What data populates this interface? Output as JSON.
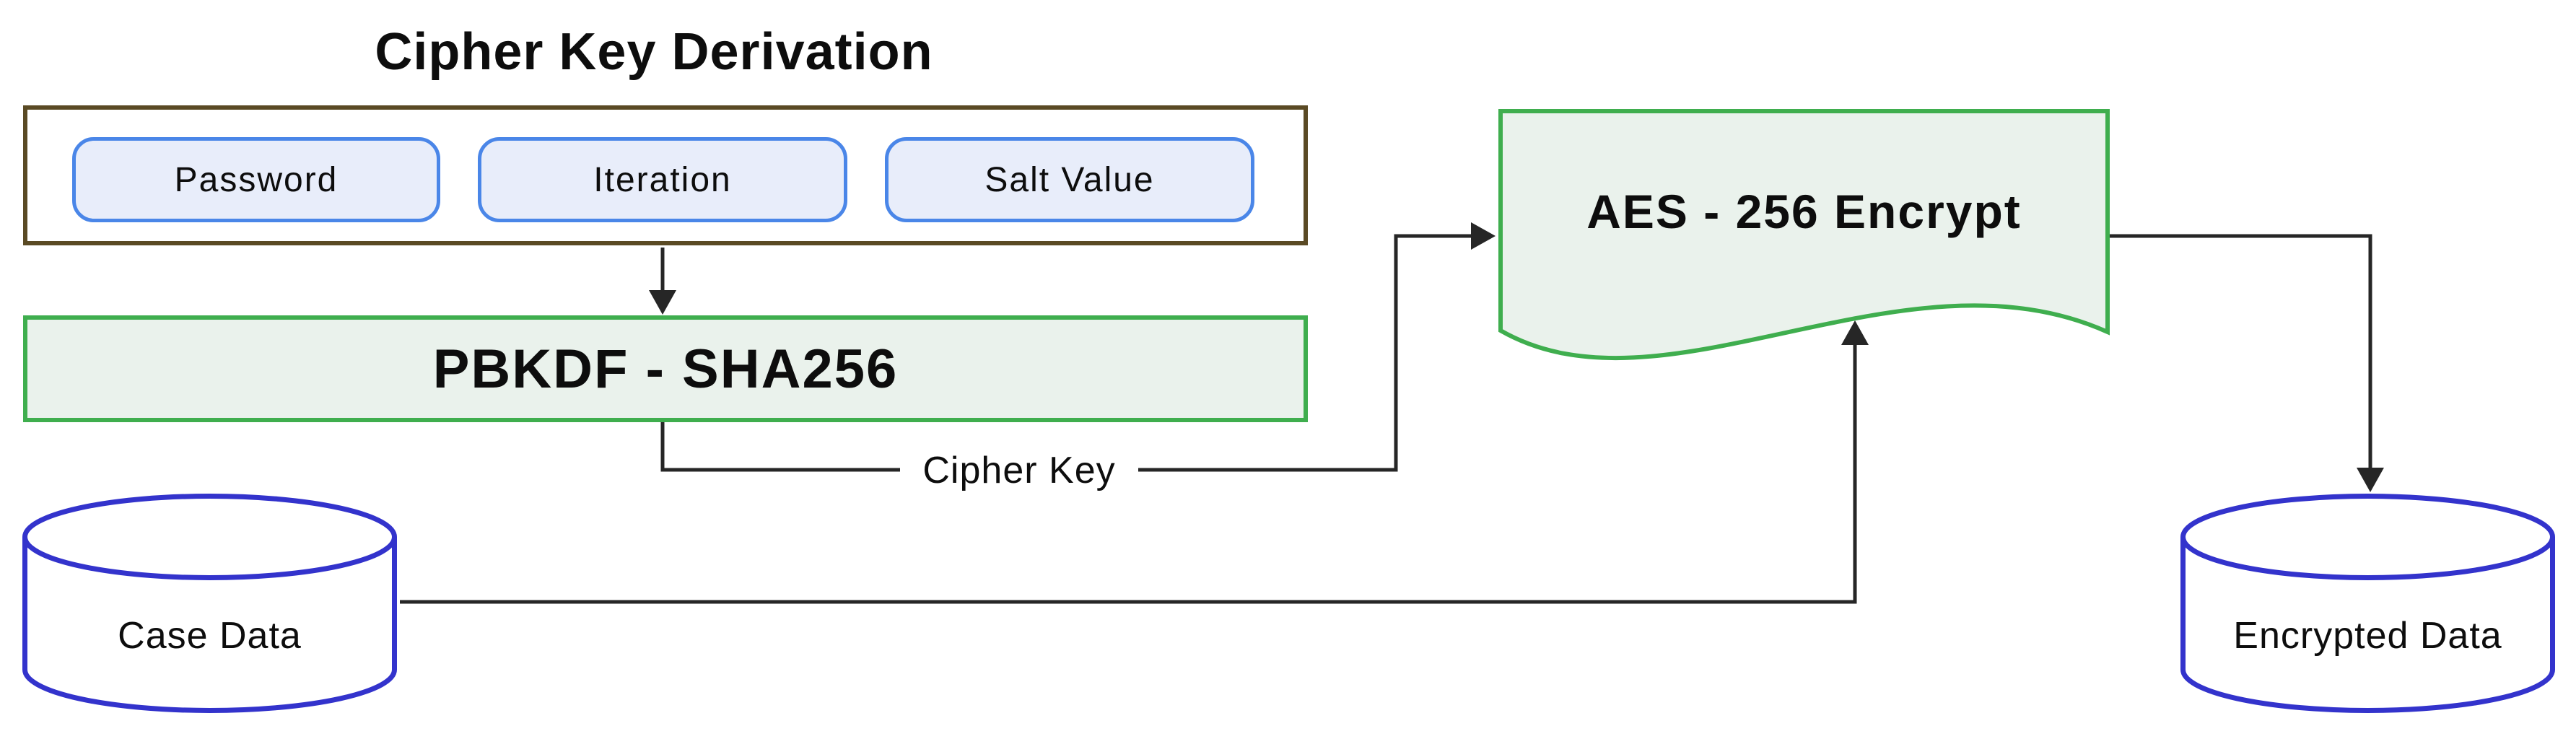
{
  "diagram": {
    "title": "Cipher Key Derivation",
    "inputs_group": {
      "items": [
        {
          "label": "Password"
        },
        {
          "label": "Iteration"
        },
        {
          "label": "Salt Value"
        }
      ]
    },
    "kdf": {
      "label": "PBKDF - SHA256"
    },
    "encrypt": {
      "label": "AES - 256 Encrypt"
    },
    "edges": {
      "cipher_key_label": "Cipher Key"
    },
    "datastores": {
      "source": {
        "label": "Case Data"
      },
      "output": {
        "label": "Encrypted Data"
      }
    },
    "colors": {
      "inputs_box_border": "#5a4a24",
      "chip_border": "#4a86e8",
      "chip_fill": "#e8edfa",
      "green_border": "#3fae4e",
      "green_fill": "#eaf2ec",
      "cylinder_border": "#3333cc",
      "connector": "#262626",
      "text": "#0d0d0d"
    }
  }
}
